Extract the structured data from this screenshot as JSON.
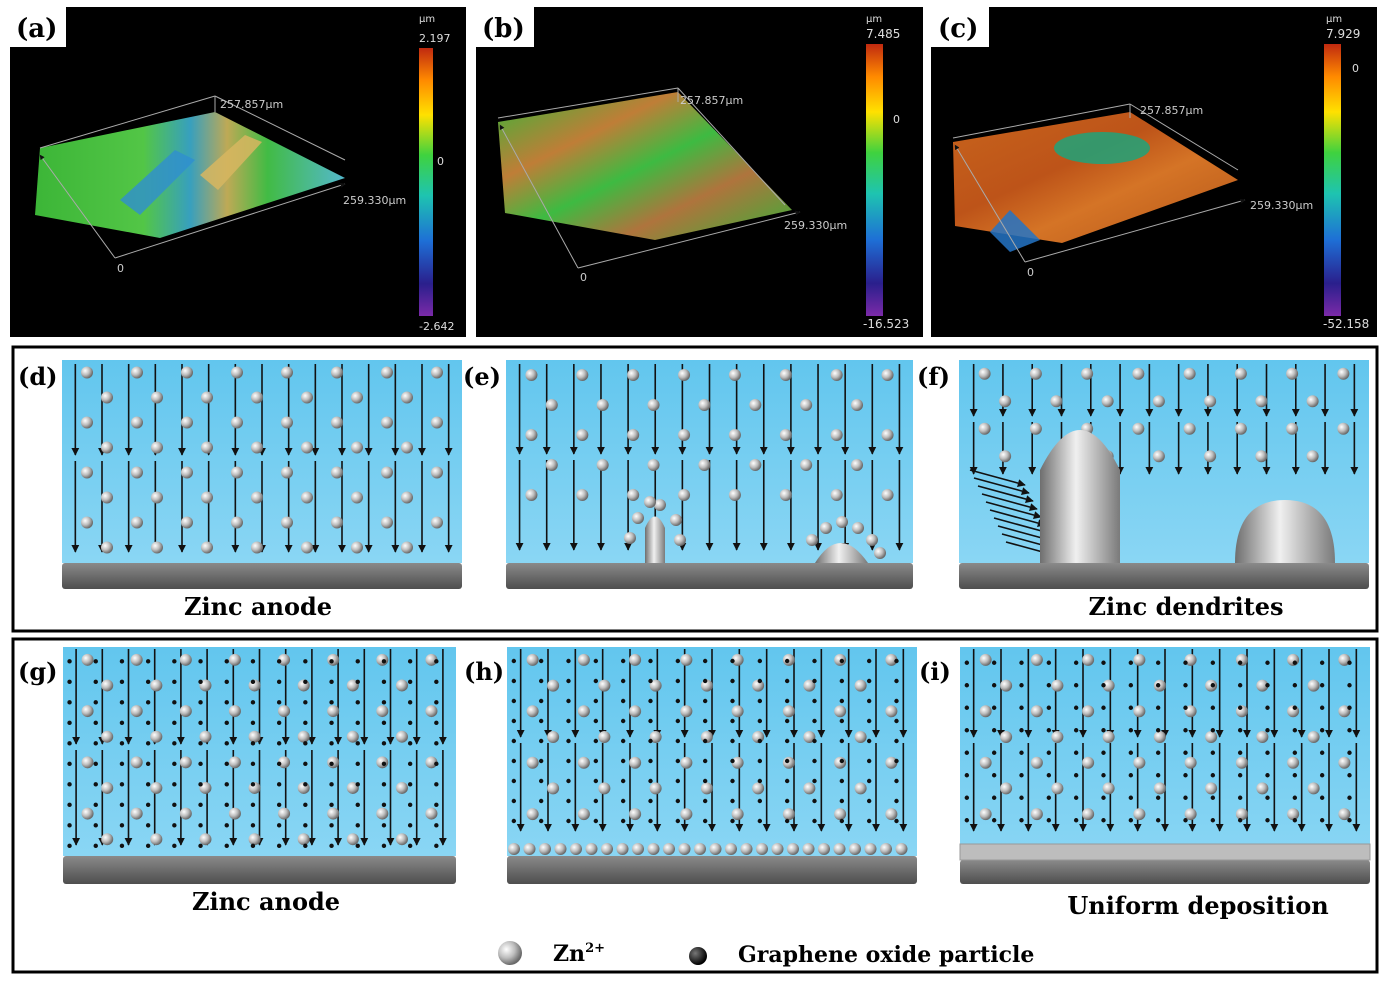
{
  "panels_top": [
    {
      "label": "(a)",
      "unit": "μm",
      "max": "2.197",
      "zero": "0",
      "min": "-2.642",
      "axis_y": "257.857μm",
      "axis_x": "259.330μm",
      "origin": "0"
    },
    {
      "label": "(b)",
      "unit": "μm",
      "max": "7.485",
      "zero": "0",
      "min": "-16.523",
      "axis_y": "257.857μm",
      "axis_x": "259.330μm",
      "origin": "0"
    },
    {
      "label": "(c)",
      "unit": "μm",
      "max": "7.929",
      "zero": "0",
      "min": "-52.158",
      "axis_y": "257.857μm",
      "axis_x": "259.330μm",
      "origin": "0"
    }
  ],
  "panels_mid": [
    {
      "label": "(d)",
      "caption": "Zinc anode"
    },
    {
      "label": "(e)",
      "caption": ""
    },
    {
      "label": "(f)",
      "caption": "Zinc dendrites"
    }
  ],
  "panels_bot": [
    {
      "label": "(g)",
      "caption": "Zinc anode"
    },
    {
      "label": "(h)",
      "caption": ""
    },
    {
      "label": "(i)",
      "caption": "Uniform deposition"
    }
  ],
  "legend": {
    "zn_base": "Zn",
    "zn_sup": "2+",
    "go": "Graphene oxide particle"
  },
  "colors": {
    "electrolyte": "#5fc3ea",
    "electrolyte_top": "#8ad6f4",
    "anode": "#6b6b6b",
    "arrow": "#111111",
    "ion": "#b9b9b9",
    "panel_bg": "#000000"
  }
}
